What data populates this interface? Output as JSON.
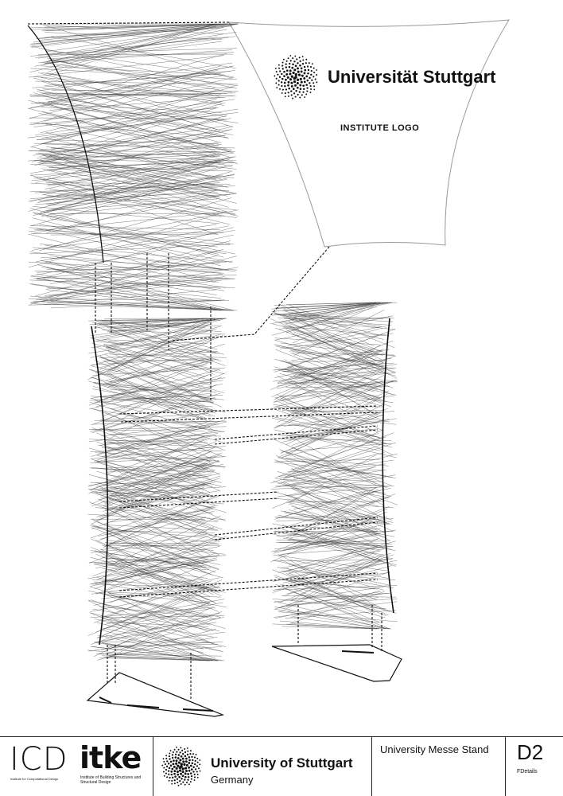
{
  "sign_panel": {
    "university": "Universität Stuttgart",
    "institute_placeholder": "INSTITUTE  LOGO"
  },
  "title_block": {
    "icd_logo": "ICD",
    "icd_subtitle": "Institute for Computational Design",
    "itke_logo": "itke",
    "itke_subtitle": "Institute of Building Structures and Structural Design",
    "university_name": "University of Stuttgart",
    "country": "Germany",
    "project_title": "University Messe Stand",
    "sheet_number": "D2",
    "sheet_label": "FDetails"
  },
  "colors": {
    "ink": "#111111",
    "fibre": "#444444",
    "sign_outline": "#9a9a9a"
  }
}
